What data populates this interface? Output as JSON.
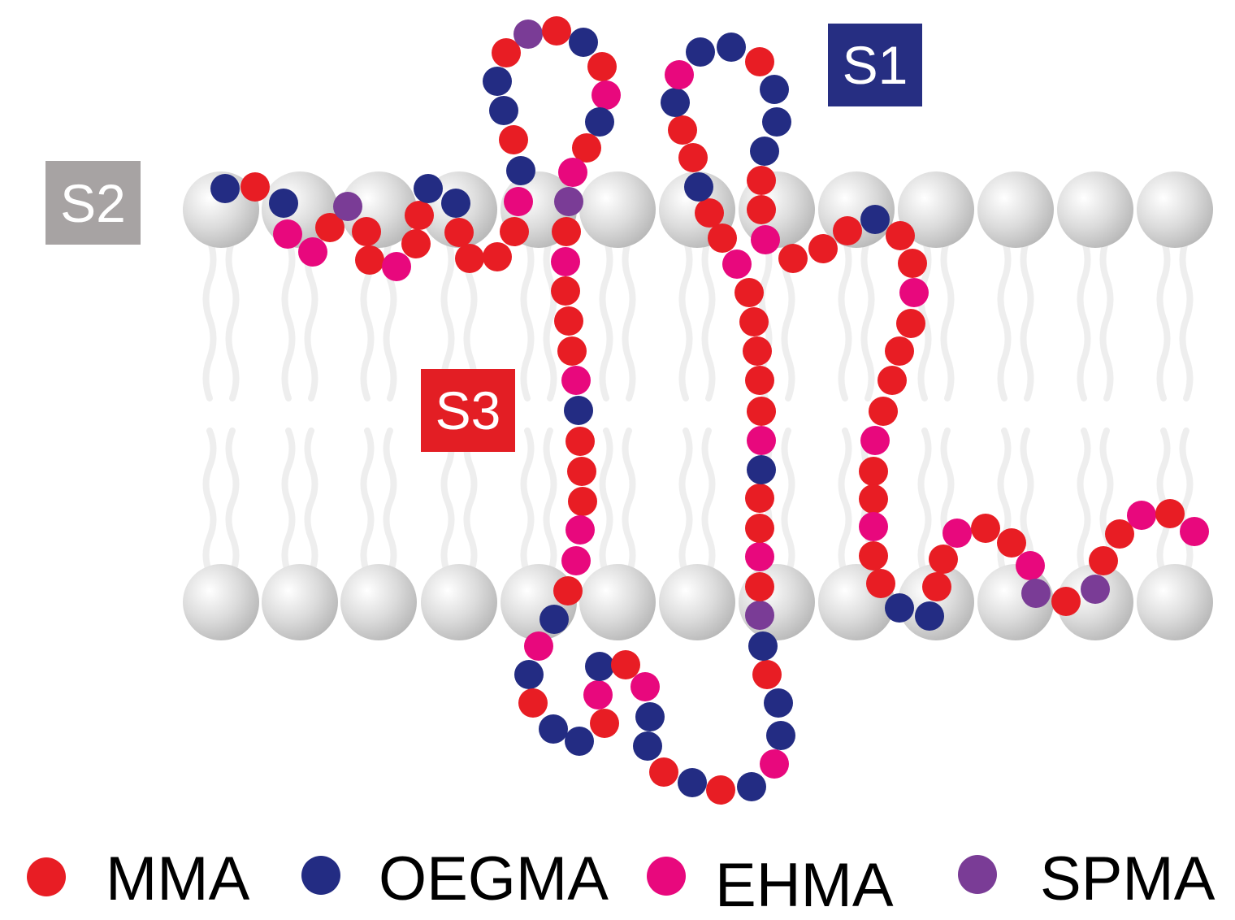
{
  "labels": {
    "s1": {
      "text": "S1",
      "color": "#262e82"
    },
    "s2": {
      "text": "S2",
      "color": "#a7a3a3"
    },
    "s3": {
      "text": "S3",
      "color": "#e31e24"
    }
  },
  "legend": [
    {
      "key": "mma",
      "label": "MMA",
      "color": "#e81d24"
    },
    {
      "key": "oegma",
      "label": "OEGMA",
      "color": "#232c83"
    },
    {
      "key": "ehma",
      "label": "EHMA",
      "color": "#e8087d"
    },
    {
      "key": "spma",
      "label": "SPMA",
      "color": "#7a3c96"
    }
  ],
  "membrane": {
    "head_color": "#d9d9d9",
    "tail_color": "#eeeeee"
  }
}
